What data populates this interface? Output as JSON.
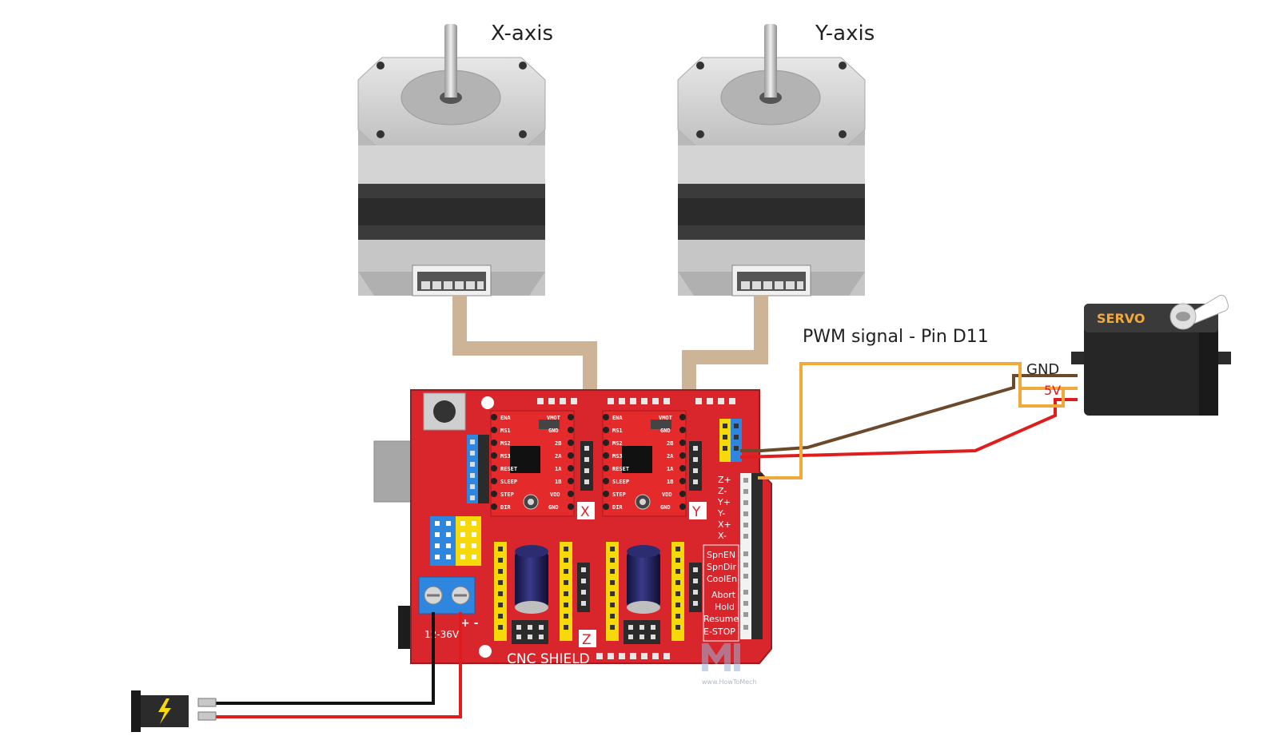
{
  "motors": {
    "x_label": "X-axis",
    "y_label": "Y-axis"
  },
  "servo": {
    "brand": "SERVO",
    "gnd_label": "GND",
    "v5_label": "5V",
    "pwm_label": "PWM signal - Pin D11"
  },
  "shield": {
    "title": "CNC SHIELD",
    "voltage": "12-36V",
    "driver_x": "X",
    "driver_y": "Y",
    "driver_z": "Z",
    "driver_pins_left": [
      "ENA",
      "MS1",
      "MS2",
      "MS3",
      "RESET",
      "SLEEP",
      "STEP",
      "DIR"
    ],
    "driver_pins_right": [
      "VMOT",
      "GND",
      "2B",
      "2A",
      "1A",
      "1B",
      "VDD",
      "GND"
    ],
    "endstops": [
      "Z+",
      "Z-",
      "Y+",
      "Y-",
      "X+",
      "X-"
    ],
    "controls": [
      "SpnEN",
      "SpnDir",
      "CoolEn",
      "Abort",
      "Hold",
      "Resume",
      "E-STOP"
    ]
  },
  "watermark": {
    "text": "www.HowToMech"
  },
  "colors": {
    "shield_red": "#d9262d",
    "wire_black": "#111111",
    "wire_red": "#e01c1c",
    "wire_brown": "#6b4a2b",
    "wire_orange": "#f2a93b",
    "ribbon": "#cdb497",
    "motor_silver": "#c9c9c9"
  }
}
